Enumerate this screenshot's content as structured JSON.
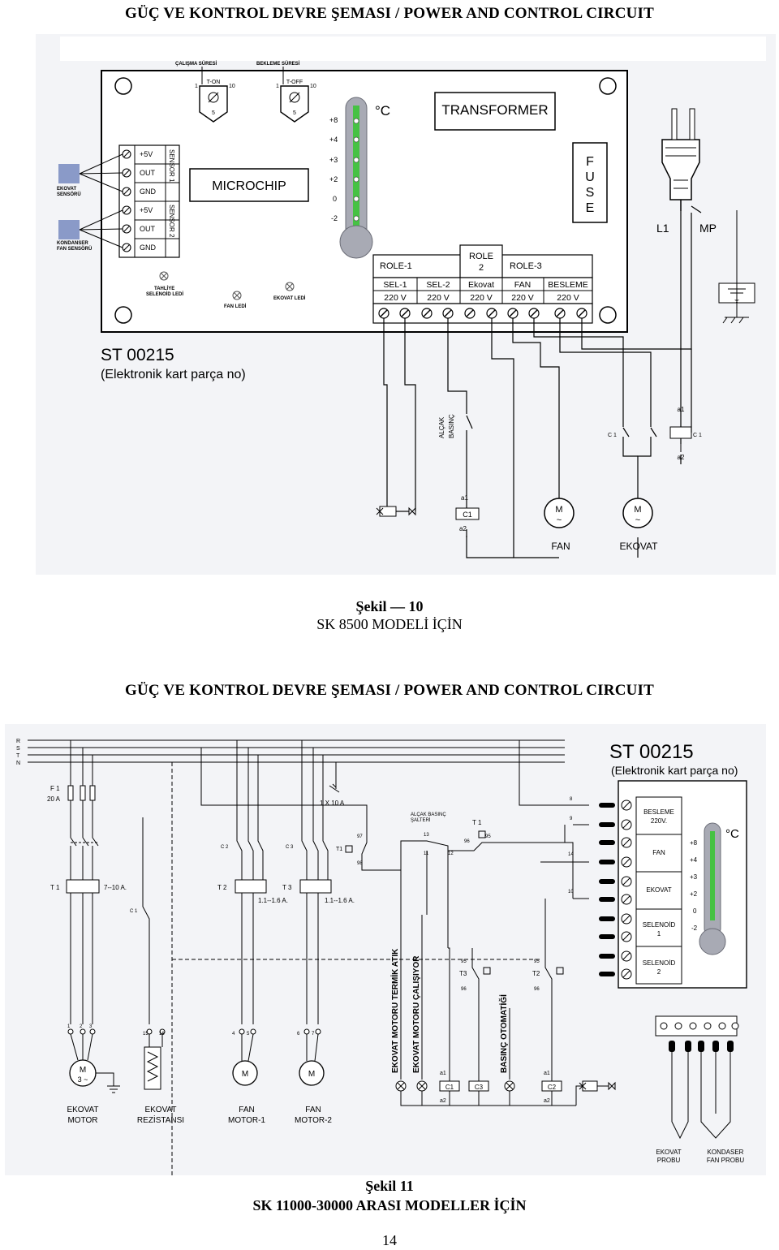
{
  "header1": "GÜÇ VE KONTROL DEVRE ŞEMASI / POWER AND CONTROL CIRCUIT",
  "header2": "GÜÇ VE KONTROL DEVRE ŞEMASI / POWER AND CONTROL CIRCUIT",
  "fig1": {
    "caption_line1": "Şekil — 10",
    "caption_line2": "SK 8500  MODELİ İÇİN",
    "timer_on_title": "ÇALIŞMA SÜRESİ",
    "timer_off_title": "BEKLEME SÜRESİ",
    "timer_on_label": "T-ON",
    "timer_off_label": "T-OFF",
    "timer_min": "1",
    "timer_max": "10",
    "timer_mid": "5",
    "celsius": "°C",
    "therm_scale": [
      "+8",
      "+4",
      "+3",
      "+2",
      "0",
      "-2"
    ],
    "transformer": "TRANSFORMER",
    "fuse": "FUSE",
    "microchip": "MICROCHIP",
    "sensor_terms": [
      "+5V",
      "OUT",
      "GND",
      "+5V",
      "OUT",
      "GND"
    ],
    "sensor1_vert": "SENSOR 1",
    "sensor2_vert": "SENSOR 2",
    "ekovat_sensor": [
      "EKOVAT",
      "SENSÖRÜ"
    ],
    "kondanser_sensor": [
      "KONDANSER",
      "FAN SENSÖRÜ"
    ],
    "led_tahliye": [
      "TAHLİYE",
      "SELENOİD LEDİ"
    ],
    "led_fan": "FAN LEDİ",
    "led_ekovat": "EKOVAT LEDİ",
    "role1": "ROLE-1",
    "role2": [
      "ROLE",
      "2"
    ],
    "role3": "ROLE-3",
    "outputs": [
      "SEL-1",
      "SEL-2",
      "Ekovat",
      "FAN",
      "BESLEME"
    ],
    "voltage": "220 V",
    "l1": "L1",
    "mp": "MP",
    "card_no": "ST 00215",
    "card_sub": "(Elektronik kart parça no)",
    "alcak_basinc": [
      "ALÇAK",
      "BASINÇ"
    ],
    "a1": "a1",
    "a2": "a2",
    "c1": "C 1",
    "c1b": "C1",
    "motor_m": "M",
    "motor_tilde": "~",
    "fan": "FAN",
    "ekovat": "EKOVAT"
  },
  "fig2": {
    "caption_line1": "Şekil 11",
    "caption_line2": "SK 11000-30000 ARASI MODELLER İÇİN",
    "phases": [
      "R",
      "S",
      "T",
      "N"
    ],
    "card_no": "ST 00215",
    "card_sub": "(Elektronik kart parça no)",
    "f1": "F 1",
    "f1_rating": "20 A",
    "breaker": "1 X 10 A",
    "alcak_switch": [
      "ALÇAK BASINÇ",
      "ŞALTERİ"
    ],
    "c2": "C 2",
    "c3": "C 3",
    "c1": "C 1",
    "t1": "T 1",
    "t1_short": "T1",
    "t1_rating": "7--10 A.",
    "t2": "T 2",
    "t3": "T 3",
    "t2_rating": "1.1--1.6 A.",
    "t3_rating": "1.1--1.6 A.",
    "t3_small": "T3",
    "t2_small": "T2",
    "contact_97": "97",
    "contact_98": "98",
    "contact_95": "95",
    "contact_96": "96",
    "contact_13": "13",
    "contact_11": "11",
    "contact_12": "12",
    "wire_8": "8",
    "wire_9": "9",
    "wire_14": "14",
    "wire_10": "10",
    "card_outputs": [
      [
        "BESLEME",
        "220V."
      ],
      [
        "FAN"
      ],
      [
        "EKOVAT"
      ],
      [
        "SELENOİD",
        "1"
      ],
      [
        "SELENOİD",
        "2"
      ]
    ],
    "celsius": "°C",
    "therm_scale": [
      "+8",
      "+4",
      "+3",
      "+2",
      "0",
      "-2"
    ],
    "vert_labels": [
      "EKOVAT MOTORU TERMİK ATIK",
      "EKOVAT MOTORU ÇALIŞIYOR",
      "BASINÇ OTOMATİĞİ"
    ],
    "term_1": "1",
    "term_2": "2",
    "term_3": "3",
    "term_15": "15",
    "term_16": "16",
    "term_4": "4",
    "term_5": "5",
    "term_6": "6",
    "term_7": "7",
    "motor_3ph": "3 ~",
    "motor_m": "M",
    "a1": "a1",
    "a2": "a2",
    "c1_coil": "C1",
    "c3_coil": "C3",
    "c2_coil": "C2",
    "loads": [
      [
        "EKOVAT",
        "MOTOR"
      ],
      [
        "EKOVAT",
        "REZİSTANSI"
      ],
      [
        "FAN",
        "MOTOR-1"
      ],
      [
        "FAN",
        "MOTOR-2"
      ]
    ],
    "ekovat_probe": [
      "EKOVAT",
      "PROBU"
    ],
    "kondanser_probe": [
      "KONDASER",
      "FAN PROBU"
    ]
  },
  "page_number": "14"
}
